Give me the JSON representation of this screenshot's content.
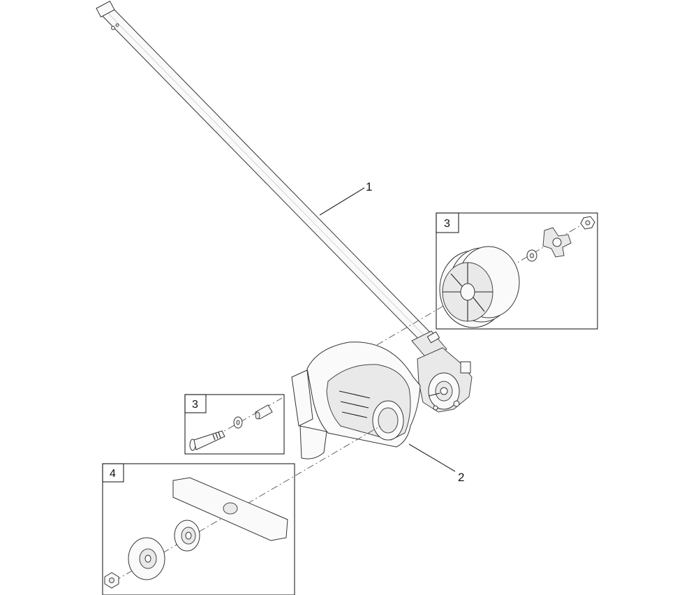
{
  "callouts": {
    "shaft": "1",
    "guard": "2",
    "wheel_kit": "3",
    "bolt_kit": "3",
    "blade_kit": "4"
  },
  "line_color": "#222222"
}
